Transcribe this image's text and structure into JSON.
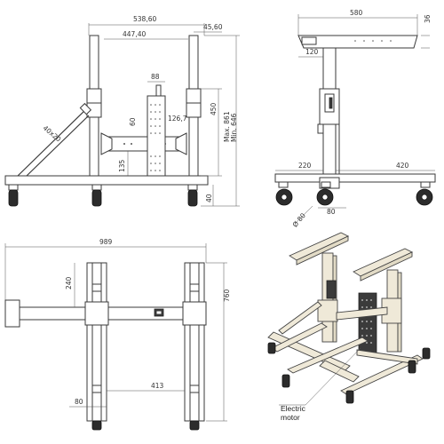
{
  "views": {
    "front": {
      "dims": {
        "overall_width": "538,60",
        "inner_width": "447,40",
        "right_offset": "45,60",
        "column_width": "88",
        "column_offset": "126,7",
        "column_depth": "60",
        "height_450": "450",
        "height_max": "Max. 861",
        "height_min": "Min. 646",
        "beam_height": "135",
        "base_height": "40",
        "strut": "40x20"
      }
    },
    "side": {
      "dims": {
        "top_width": "580",
        "top_offset": "120",
        "height_36": "36",
        "base_left": "220",
        "base_right": "420",
        "wheel_dia": "Ø 80",
        "foot_width": "80"
      }
    },
    "top": {
      "dims": {
        "overall_length": "989",
        "beam_offset": "240",
        "height_760": "760",
        "inner_413": "413",
        "foot_80": "80"
      }
    },
    "iso": {
      "callout": [
        "Electric",
        "motor"
      ]
    }
  }
}
